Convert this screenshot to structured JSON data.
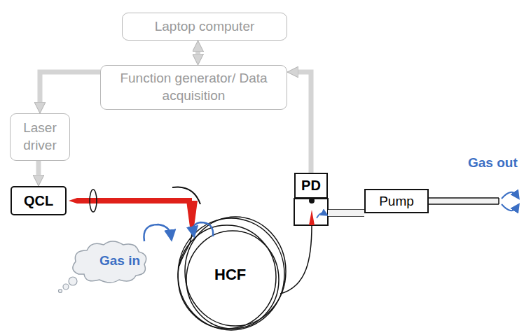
{
  "diagram": {
    "nodes": [
      {
        "text": [
          "Laptop computer"
        ]
      },
      {
        "text": [
          "Function generator/ Data acquisition"
        ]
      },
      {
        "text": [
          "Laser driver"
        ]
      },
      {
        "text": [
          "QCL"
        ]
      },
      {
        "text": [
          "PD"
        ]
      },
      {
        "text": [
          "Pump"
        ]
      }
    ],
    "edges": [
      {
        "from": 0,
        "to": 1,
        "arrow": "both"
      },
      {
        "from": 1,
        "to": 2,
        "arrow": "to"
      },
      {
        "from": 2,
        "to": 3,
        "arrow": "to"
      },
      {
        "from": 4,
        "to": 1,
        "arrow": "to"
      }
    ],
    "labels": [
      "Gas out",
      "Gas in",
      "HCF"
    ]
  }
}
